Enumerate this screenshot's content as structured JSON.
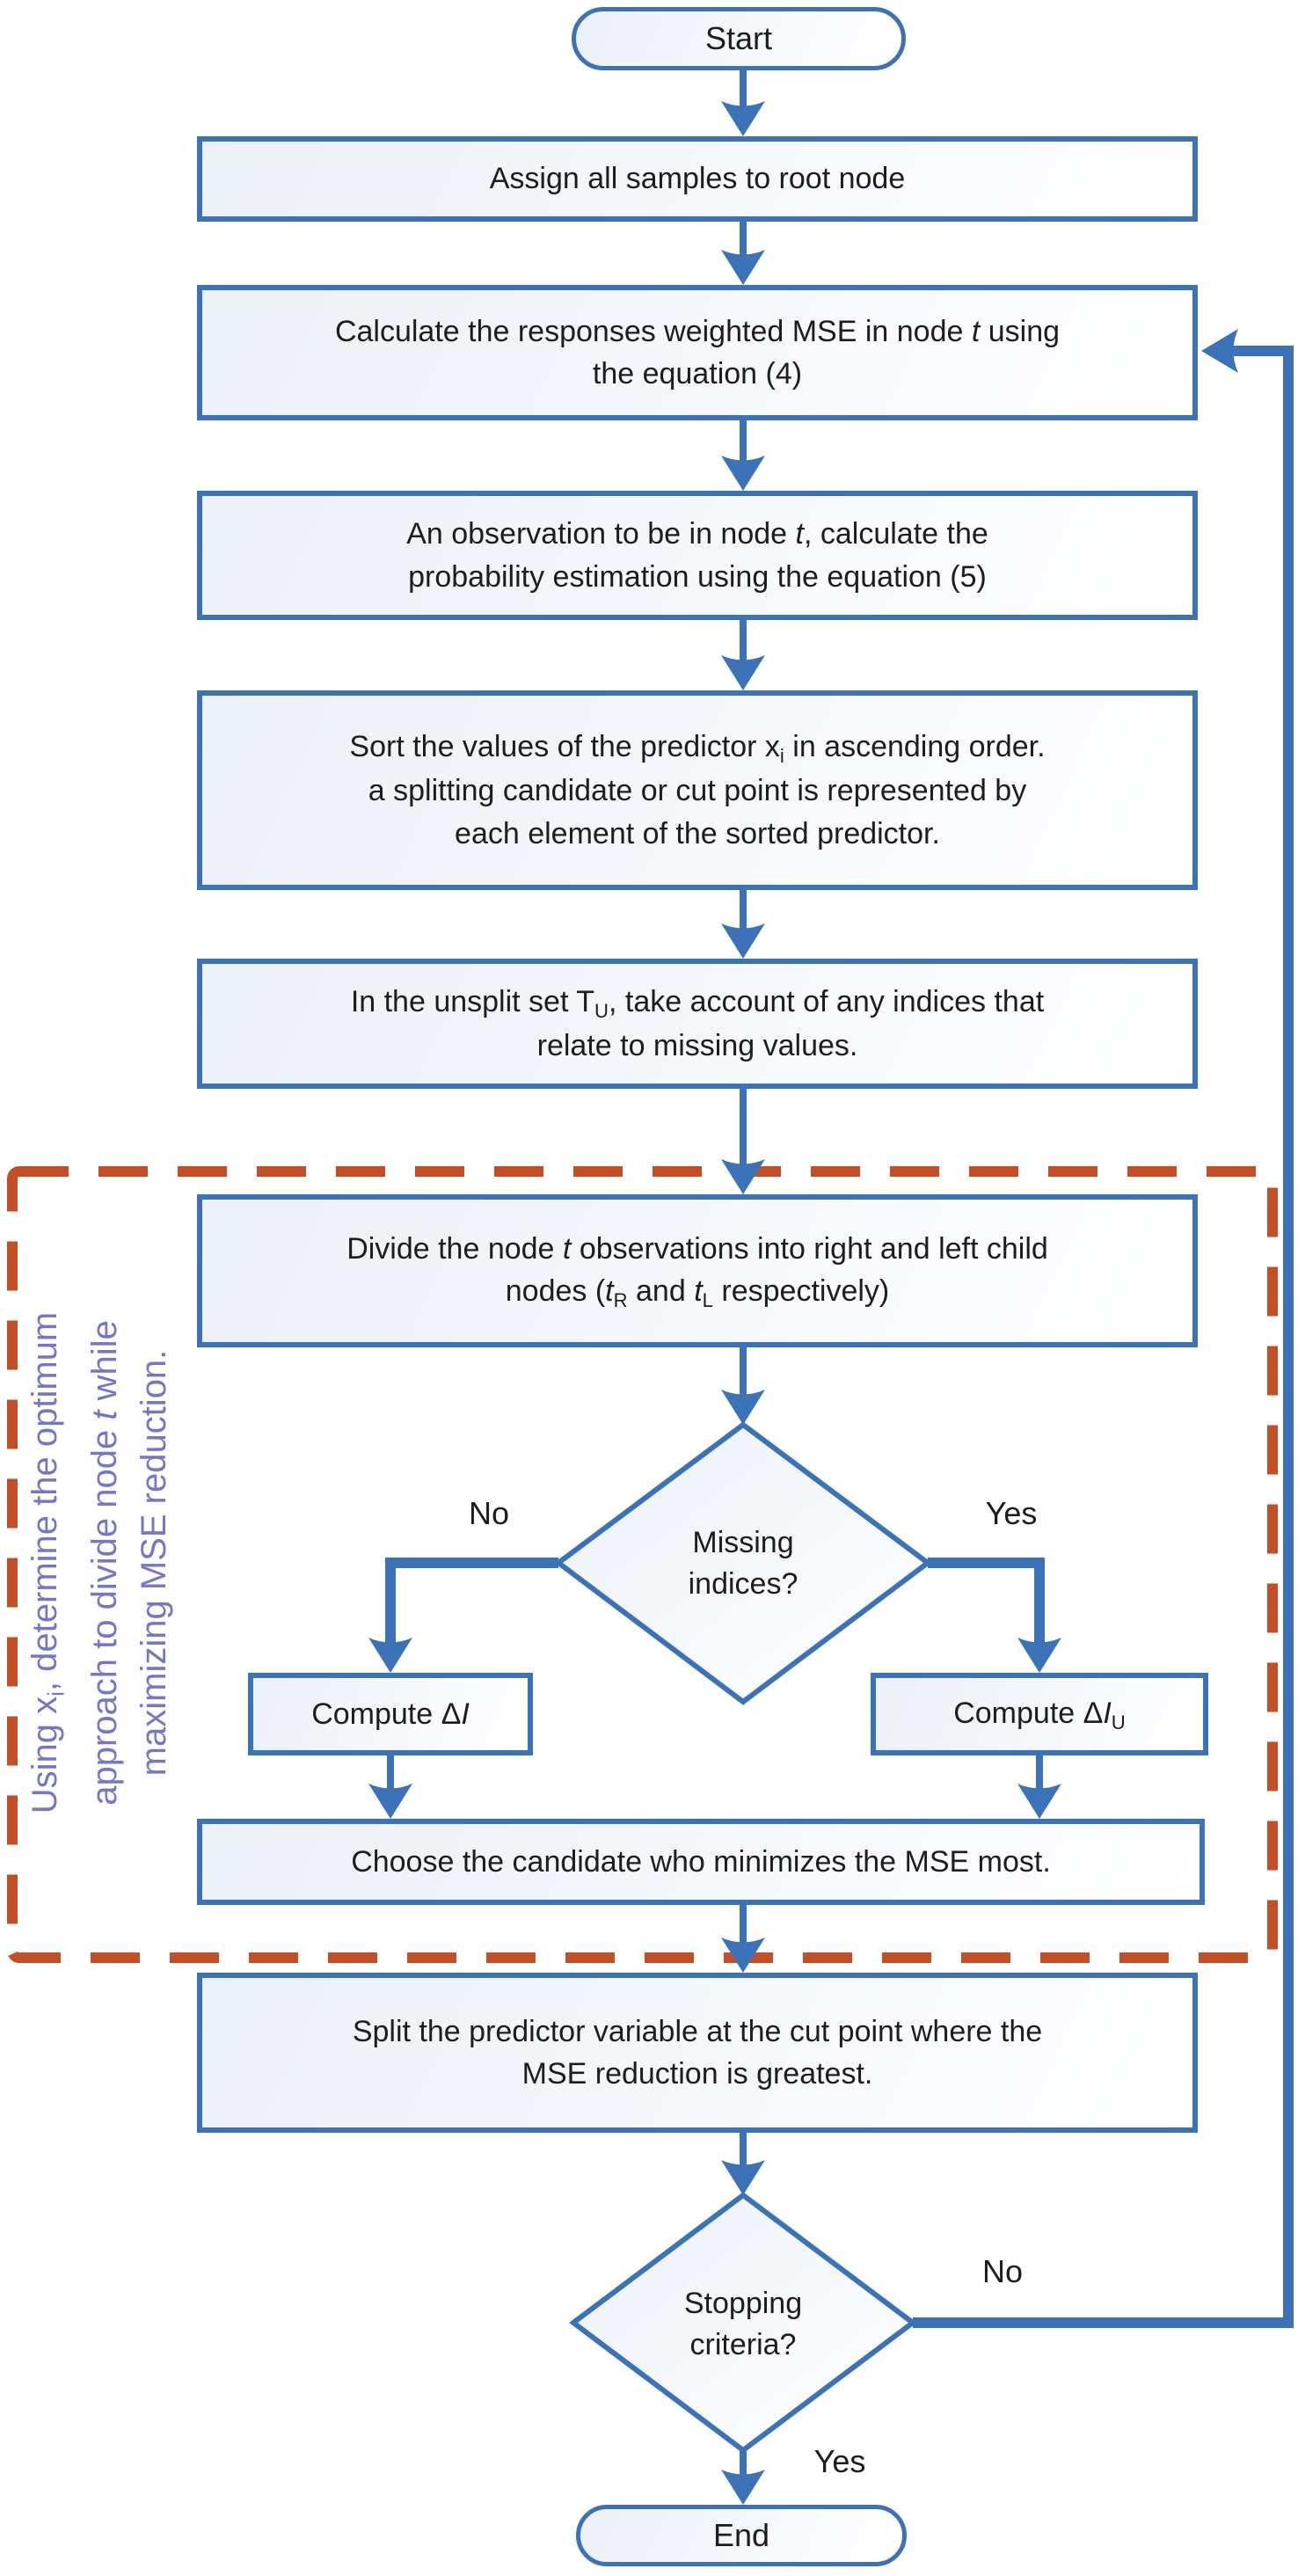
{
  "palette": {
    "blue": "#3b72b8",
    "orange": "#c34f27",
    "purple": "#7577c6",
    "ink": "#1d1d1f",
    "fill_light": "#ecf1f7",
    "fill_white": "#ffffff"
  },
  "flow": {
    "start": {
      "label": "Start"
    },
    "end": {
      "label": "End"
    },
    "assign_root": [
      {
        "t": "Assign all samples to root node"
      }
    ],
    "calc_mse": [
      {
        "t": "Calculate the responses weighted MSE in node "
      },
      {
        "t": "t",
        "s": "i"
      },
      {
        "t": " using"
      },
      {
        "br": true
      },
      {
        "t": "the equation (4)"
      }
    ],
    "probability": [
      {
        "t": "An observation to be in node "
      },
      {
        "t": "t",
        "s": "i"
      },
      {
        "t": ", calculate the"
      },
      {
        "br": true
      },
      {
        "t": "probability estimation using the equation (5)"
      }
    ],
    "sort_predictor": [
      {
        "t": "Sort the values of the predictor x"
      },
      {
        "t": "i",
        "s": "sub"
      },
      {
        "t": " in ascending order."
      },
      {
        "br": true
      },
      {
        "t": "a splitting candidate or cut point is represented by"
      },
      {
        "br": true
      },
      {
        "t": "each element of the sorted predictor."
      }
    ],
    "unsplit_set": [
      {
        "t": "In the unsplit set T"
      },
      {
        "t": "U",
        "s": "sub"
      },
      {
        "t": ", take account of any indices that"
      },
      {
        "br": true
      },
      {
        "t": "relate to missing values."
      }
    ],
    "divide_node": [
      {
        "t": "Divide the node "
      },
      {
        "t": "t",
        "s": "i"
      },
      {
        "t": " observations into right and left child"
      },
      {
        "br": true
      },
      {
        "t": "nodes ("
      },
      {
        "t": "t",
        "s": "i"
      },
      {
        "t": "R",
        "s": "sub"
      },
      {
        "t": " and "
      },
      {
        "t": "t",
        "s": "i"
      },
      {
        "t": "L",
        "s": "sub"
      },
      {
        "t": " respectively)"
      }
    ],
    "decision_missing": [
      {
        "t": "Missing"
      },
      {
        "br": true
      },
      {
        "t": "indices?"
      }
    ],
    "compute_di": [
      {
        "t": "Compute Δ"
      },
      {
        "t": "I",
        "s": "i"
      }
    ],
    "compute_diu": [
      {
        "t": "Compute Δ"
      },
      {
        "t": "I",
        "s": "i"
      },
      {
        "t": "U",
        "s": "sub"
      }
    ],
    "choose_candidate": [
      {
        "t": "Choose the candidate who minimizes the MSE most."
      }
    ],
    "split_predictor": [
      {
        "t": "Split the predictor variable at the cut point where the"
      },
      {
        "br": true
      },
      {
        "t": "MSE reduction is greatest."
      }
    ],
    "decision_stopping": [
      {
        "t": "Stopping"
      },
      {
        "br": true
      },
      {
        "t": "criteria?"
      }
    ]
  },
  "branch_labels": {
    "missing_no": "No",
    "missing_yes": "Yes",
    "stopping_no": "No",
    "stopping_yes": "Yes"
  },
  "side_note": {
    "line1": [
      {
        "t": "Using x"
      },
      {
        "t": "i",
        "s": "sub"
      },
      {
        "t": ", determine the optimum"
      }
    ],
    "line2": [
      {
        "t": "approach to divide node "
      },
      {
        "t": "t",
        "s": "i"
      },
      {
        "t": " while"
      }
    ],
    "line3": [
      {
        "t": "maximizing MSE reduction."
      }
    ]
  }
}
